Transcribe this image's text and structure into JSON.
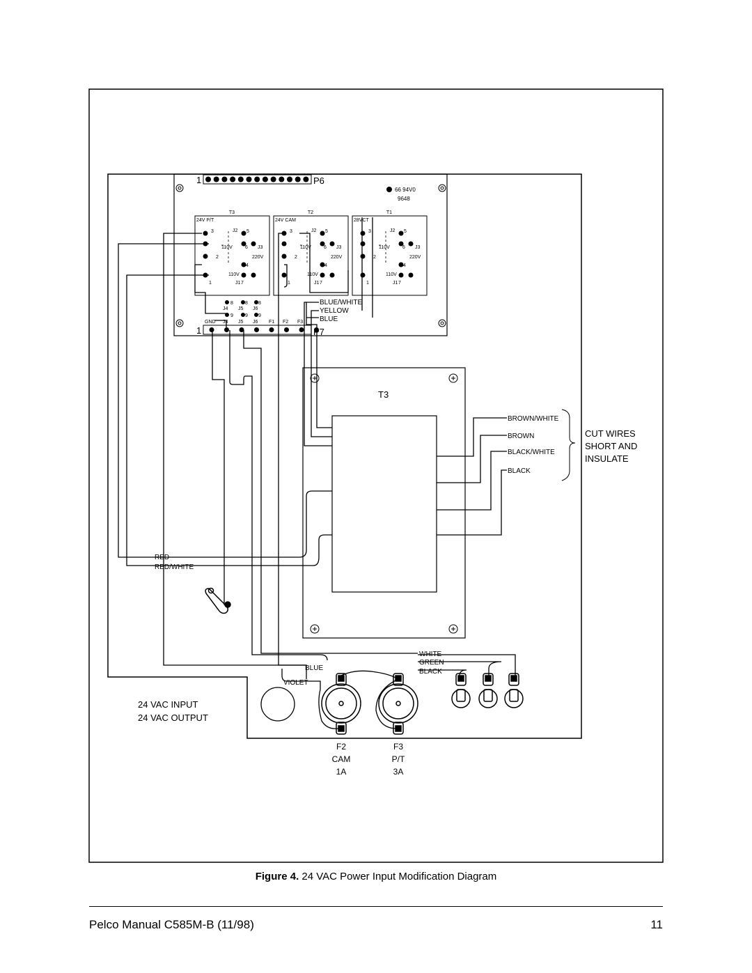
{
  "board": {
    "connector_p6": "P6",
    "connector_p7": "P7",
    "pin_one_p6": "1",
    "pin_one_p7": "1",
    "ul_code": "66 94V0",
    "date_code": "9648",
    "transformer_groups": [
      {
        "ref": "T3",
        "voltage": "24V P/T"
      },
      {
        "ref": "T2",
        "voltage": "24V CAM"
      },
      {
        "ref": "T1",
        "voltage": "28VCT"
      }
    ],
    "jumper_labels": {
      "j2": "J2",
      "j3": "J3",
      "j1": "J1",
      "v110": "110V",
      "v220": "220V"
    },
    "pin_labels": {
      "p1": "1",
      "p2": "2",
      "p3": "3",
      "p4": "4",
      "p5": "5",
      "p6": "6",
      "p7": "7"
    },
    "lower_jumpers": {
      "n8": "8",
      "n9": "9",
      "j4": "J4",
      "j5": "J5",
      "j6": "J6"
    },
    "p7_pins": [
      "GND",
      "J4",
      "J5",
      "J6",
      "F1",
      "F2",
      "F3"
    ]
  },
  "lead_labels": {
    "blue_white": "BLUE/WHITE",
    "yellow": "YELLOW",
    "blue_top": "BLUE",
    "red": "RED",
    "red_white": "RED/WHITE",
    "white": "WHITE",
    "green": "GREEN",
    "black_bottom": "BLACK",
    "blue_bottom": "BLUE",
    "violet": "VIOLET"
  },
  "transformer": {
    "label": "T3",
    "secondary_leads": [
      "BROWN/WHITE",
      "BROWN",
      "BLACK/WHITE",
      "BLACK"
    ]
  },
  "note": [
    "CUT WIRES",
    "SHORT AND",
    "INSULATE"
  ],
  "input_output": [
    "24 VAC INPUT",
    "24 VAC OUTPUT"
  ],
  "fuses": [
    {
      "ref": "F2",
      "name": "CAM",
      "rating": "1A"
    },
    {
      "ref": "F3",
      "name": "P/T",
      "rating": "3A"
    }
  ],
  "caption": {
    "figure_label": "Figure 4.",
    "title": "24 VAC Power Input Modification Diagram"
  },
  "footer": {
    "manual": "Pelco Manual C585M-B (11/98)",
    "page_number": "11"
  }
}
